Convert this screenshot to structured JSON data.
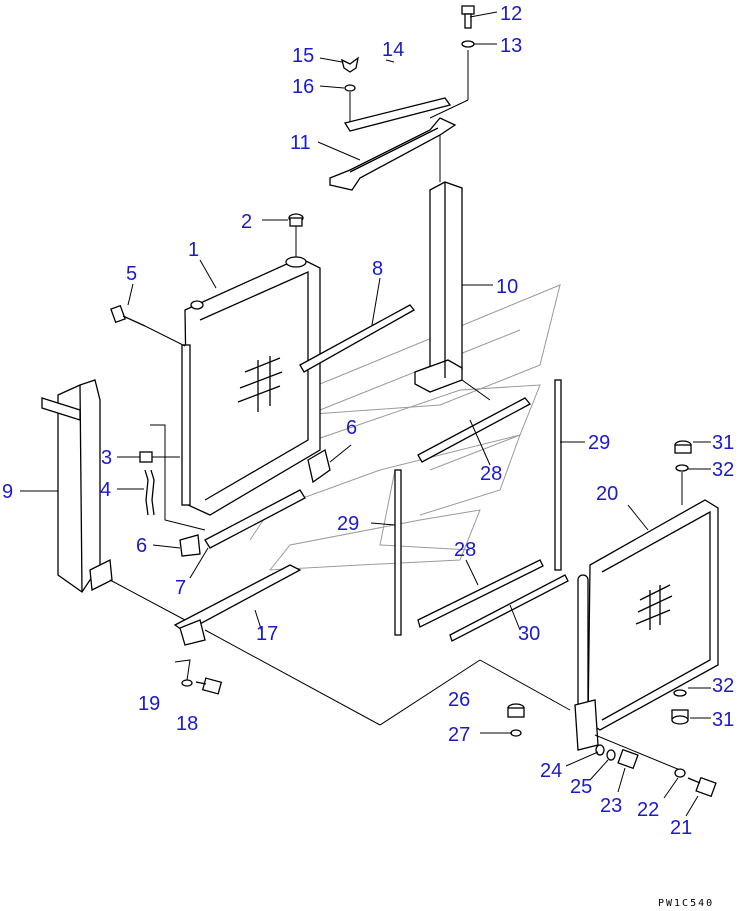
{
  "diagram": {
    "callout_color": "#1a1acc",
    "line_color": "#000000",
    "watermark_color": "#9a9a9a",
    "drawing_code": "PW1C540",
    "callouts": [
      {
        "id": "c12",
        "label": "12"
      },
      {
        "id": "c13",
        "label": "13"
      },
      {
        "id": "c14",
        "label": "14"
      },
      {
        "id": "c15",
        "label": "15"
      },
      {
        "id": "c16",
        "label": "16"
      },
      {
        "id": "c11",
        "label": "11"
      },
      {
        "id": "c2",
        "label": "2"
      },
      {
        "id": "c1",
        "label": "1"
      },
      {
        "id": "c8",
        "label": "8"
      },
      {
        "id": "c10",
        "label": "10"
      },
      {
        "id": "c5",
        "label": "5"
      },
      {
        "id": "c6a",
        "label": "6"
      },
      {
        "id": "c3",
        "label": "3"
      },
      {
        "id": "c4",
        "label": "4"
      },
      {
        "id": "c9",
        "label": "9"
      },
      {
        "id": "c28a",
        "label": "28"
      },
      {
        "id": "c29a",
        "label": "29"
      },
      {
        "id": "c31a",
        "label": "31"
      },
      {
        "id": "c32a",
        "label": "32"
      },
      {
        "id": "c20",
        "label": "20"
      },
      {
        "id": "c29b",
        "label": "29"
      },
      {
        "id": "c6b",
        "label": "6"
      },
      {
        "id": "c7",
        "label": "7"
      },
      {
        "id": "c28b",
        "label": "28"
      },
      {
        "id": "c17",
        "label": "17"
      },
      {
        "id": "c30",
        "label": "30"
      },
      {
        "id": "c19",
        "label": "19"
      },
      {
        "id": "c18",
        "label": "18"
      },
      {
        "id": "c26",
        "label": "26"
      },
      {
        "id": "c27",
        "label": "27"
      },
      {
        "id": "c32b",
        "label": "32"
      },
      {
        "id": "c31b",
        "label": "31"
      },
      {
        "id": "c24",
        "label": "24"
      },
      {
        "id": "c25",
        "label": "25"
      },
      {
        "id": "c23",
        "label": "23"
      },
      {
        "id": "c22",
        "label": "22"
      },
      {
        "id": "c21",
        "label": "21"
      }
    ]
  }
}
